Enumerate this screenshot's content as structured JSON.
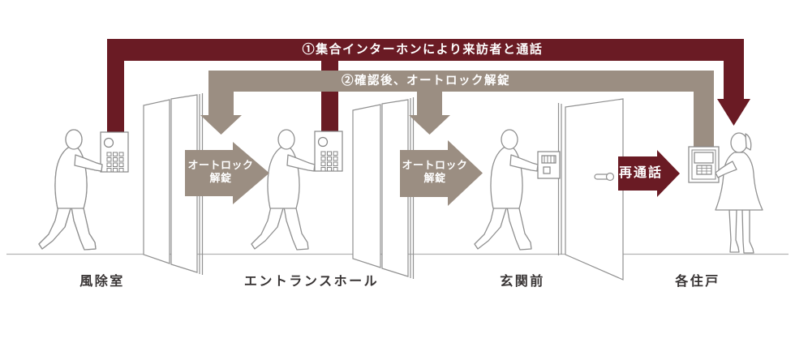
{
  "diagram_title": "auto-lock-entry-flow",
  "banners": {
    "step1": "①集合インターホンにより来訪者と通話",
    "step2": "②確認後、オートロック解錠"
  },
  "arrows": {
    "autolock_line1": "オートロック",
    "autolock_line2": "解錠",
    "recall": "再通話"
  },
  "locations": {
    "loc1": "風除室",
    "loc2": "エントランスホール",
    "loc3": "玄関前",
    "loc4": "各住戸"
  },
  "colors": {
    "step1_maroon": "#6a1b24",
    "step2_taupe": "#9b8e82",
    "outline_gray": "#909090",
    "label_text": "#383434",
    "background": "#ffffff"
  },
  "icons": {
    "person_walking": "visitor-silhouette",
    "person_resident": "resident-silhouette",
    "sliding_door": "sliding-door",
    "hinged_door": "hinged-door",
    "intercom_panel": "collective-intercom-panel",
    "doorbell_unit": "door-intercom-unit",
    "room_unit": "room-intercom-unit"
  }
}
